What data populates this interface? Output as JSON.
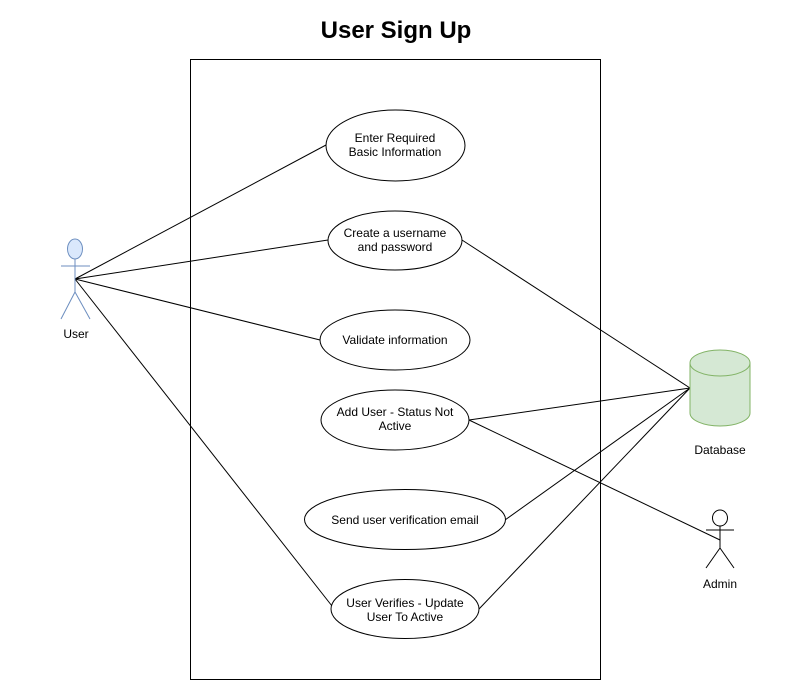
{
  "title": "User Sign Up",
  "actors": {
    "user": {
      "label": "User",
      "head_fill": "#dae8fc",
      "stroke": "#6c8ebf"
    },
    "admin": {
      "label": "Admin",
      "head_fill": "#ffffff",
      "stroke": "#000000"
    },
    "database": {
      "label": "Database",
      "fill": "#d5e8d4",
      "stroke": "#82b366"
    }
  },
  "use_cases": [
    {
      "id": "uc1",
      "lines": [
        "Enter Required",
        "Basic Information"
      ]
    },
    {
      "id": "uc2",
      "lines": [
        "Create a username",
        "and password"
      ]
    },
    {
      "id": "uc3",
      "lines": [
        "Validate information"
      ]
    },
    {
      "id": "uc4",
      "lines": [
        "Add User - Status Not",
        "Active"
      ]
    },
    {
      "id": "uc5",
      "lines": [
        "Send user verification email"
      ]
    },
    {
      "id": "uc6",
      "lines": [
        "User Verifies - Update",
        "User To Active"
      ]
    }
  ]
}
